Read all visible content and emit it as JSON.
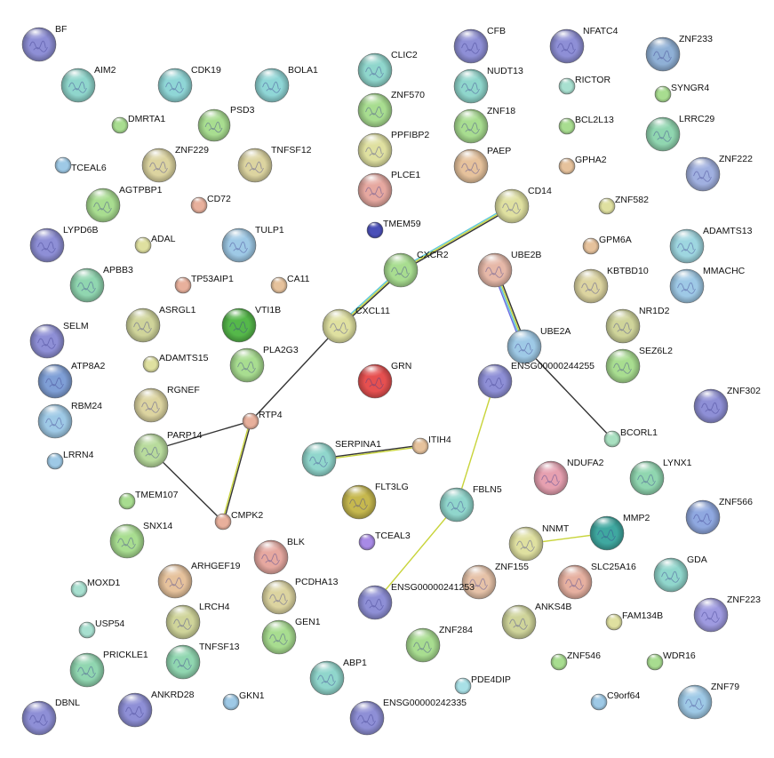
{
  "nodes": [
    {
      "id": "BF",
      "color": "#8e8fd6"
    },
    {
      "id": "AIM2",
      "color": "#8fd6cc"
    },
    {
      "id": "CDK19",
      "color": "#8fd6d6"
    },
    {
      "id": "BOLA1",
      "color": "#8fd6d6"
    },
    {
      "id": "DMRTA1",
      "color": "#a8dd90"
    },
    {
      "id": "PSD3",
      "color": "#a8dd90"
    },
    {
      "id": "ZNF229",
      "color": "#dcd4a0"
    },
    {
      "id": "TNFSF12",
      "color": "#dcd4a0"
    },
    {
      "id": "TCEAL6",
      "color": "#9ec9e6"
    },
    {
      "id": "AGTPBP1",
      "color": "#a8dd90"
    },
    {
      "id": "CD72",
      "color": "#e8b09c"
    },
    {
      "id": "LYPD6B",
      "color": "#8e8fd6"
    },
    {
      "id": "ADAL",
      "color": "#dfe0a0"
    },
    {
      "id": "TULP1",
      "color": "#9ec9e6"
    },
    {
      "id": "APBB3",
      "color": "#90d6b0"
    },
    {
      "id": "TP53AIP1",
      "color": "#e8b09c"
    },
    {
      "id": "CA11",
      "color": "#e6c29c"
    },
    {
      "id": "SELM",
      "color": "#8e8fd6"
    },
    {
      "id": "ASRGL1",
      "color": "#cfd49a"
    },
    {
      "id": "VTI1B",
      "color": "#55b84a"
    },
    {
      "id": "ATP8A2",
      "color": "#7f9fd6"
    },
    {
      "id": "ADAMTS15",
      "color": "#dfe0a0"
    },
    {
      "id": "PLA2G3",
      "color": "#a8dd90"
    },
    {
      "id": "RBM24",
      "color": "#9ec9e6"
    },
    {
      "id": "RGNEF",
      "color": "#dcd4a0"
    },
    {
      "id": "LRRN4",
      "color": "#9ec9e6"
    },
    {
      "id": "PARP14",
      "color": "#b8db9c"
    },
    {
      "id": "RTP4",
      "color": "#e8b09c"
    },
    {
      "id": "TMEM107",
      "color": "#a8dd90"
    },
    {
      "id": "CMPK2",
      "color": "#e8b09c"
    },
    {
      "id": "SNX14",
      "color": "#a8dd90"
    },
    {
      "id": "MOXD1",
      "color": "#a8e0d0"
    },
    {
      "id": "ARHGEF19",
      "color": "#e6c29c"
    },
    {
      "id": "BLK",
      "color": "#e6a8a0"
    },
    {
      "id": "PCDHA13",
      "color": "#dcd4a0"
    },
    {
      "id": "USP54",
      "color": "#a8e0d0"
    },
    {
      "id": "LRCH4",
      "color": "#cfd49a"
    },
    {
      "id": "GEN1",
      "color": "#a8dd90"
    },
    {
      "id": "TNFSF13",
      "color": "#90d6b0"
    },
    {
      "id": "PRICKLE1",
      "color": "#90d6b0"
    },
    {
      "id": "GKN1",
      "color": "#9ec9e6"
    },
    {
      "id": "ANKRD28",
      "color": "#8e8fd6"
    },
    {
      "id": "DBNL",
      "color": "#8e8fd6"
    },
    {
      "id": "CLIC2",
      "color": "#8fd6cc"
    },
    {
      "id": "ZNF570",
      "color": "#a8dd90"
    },
    {
      "id": "PPFIBP2",
      "color": "#dfe0a0"
    },
    {
      "id": "PLCE1",
      "color": "#e6a8a0"
    },
    {
      "id": "TMEM59",
      "color": "#4a4fb8"
    },
    {
      "id": "CFB",
      "color": "#8e8fd6"
    },
    {
      "id": "NUDT13",
      "color": "#8fd6cc"
    },
    {
      "id": "ZNF18",
      "color": "#a8dd90"
    },
    {
      "id": "PAEP",
      "color": "#e6c29c"
    },
    {
      "id": "NFATC4",
      "color": "#8e8fd6"
    },
    {
      "id": "RICTOR",
      "color": "#a8e0d0"
    },
    {
      "id": "BCL2L13",
      "color": "#a8dd90"
    },
    {
      "id": "GPHA2",
      "color": "#e6c29c"
    },
    {
      "id": "ZNF233",
      "color": "#8fb0d6"
    },
    {
      "id": "SYNGR4",
      "color": "#a8dd90"
    },
    {
      "id": "LRRC29",
      "color": "#90d6b0"
    },
    {
      "id": "ZNF222",
      "color": "#a0b0e0"
    },
    {
      "id": "CD14",
      "color": "#dfe0a0"
    },
    {
      "id": "ZNF582",
      "color": "#dfe0a0"
    },
    {
      "id": "GPM6A",
      "color": "#e6c29c"
    },
    {
      "id": "ADAMTS13",
      "color": "#9ed6e0"
    },
    {
      "id": "CXCR2",
      "color": "#a8dd90"
    },
    {
      "id": "UBE2B",
      "color": "#e6b8a8"
    },
    {
      "id": "KBTBD10",
      "color": "#dcd4a0"
    },
    {
      "id": "MMACHC",
      "color": "#9ec9e6"
    },
    {
      "id": "CXCL11",
      "color": "#dfe0a0"
    },
    {
      "id": "NR1D2",
      "color": "#cfd49a"
    },
    {
      "id": "UBE2A",
      "color": "#9ec9e6"
    },
    {
      "id": "SEZ6L2",
      "color": "#a8dd90"
    },
    {
      "id": "GRN",
      "color": "#e65050"
    },
    {
      "id": "ENSG00000244255",
      "color": "#8e8fd6"
    },
    {
      "id": "ZNF302",
      "color": "#8e8fd6"
    },
    {
      "id": "BCORL1",
      "color": "#a8e0c0"
    },
    {
      "id": "ITIH4",
      "color": "#e6c29c"
    },
    {
      "id": "SERPINA1",
      "color": "#90d6cc"
    },
    {
      "id": "NDUFA2",
      "color": "#e6a0b0"
    },
    {
      "id": "LYNX1",
      "color": "#90d6b0"
    },
    {
      "id": "FLT3LG",
      "color": "#c6b84e"
    },
    {
      "id": "FBLN5",
      "color": "#90d6cc"
    },
    {
      "id": "ZNF566",
      "color": "#8fa8e0"
    },
    {
      "id": "TCEAL3",
      "color": "#a88ae6"
    },
    {
      "id": "MMP2",
      "color": "#3fa8a0"
    },
    {
      "id": "NNMT",
      "color": "#dfe0a0"
    },
    {
      "id": "ZNF155",
      "color": "#e6c2a8"
    },
    {
      "id": "SLC25A16",
      "color": "#e6b0a0"
    },
    {
      "id": "GDA",
      "color": "#90d6cc"
    },
    {
      "id": "ENSG00000241253",
      "color": "#8e8fd6"
    },
    {
      "id": "ZNF223",
      "color": "#9e9ae0"
    },
    {
      "id": "ANKS4B",
      "color": "#cfd49a"
    },
    {
      "id": "FAM134B",
      "color": "#dfe0a0"
    },
    {
      "id": "ZNF284",
      "color": "#a8dd90"
    },
    {
      "id": "ZNF546",
      "color": "#a8dd90"
    },
    {
      "id": "WDR16",
      "color": "#a8dd90"
    },
    {
      "id": "PDE4DIP",
      "color": "#a8e0e6"
    },
    {
      "id": "C9orf64",
      "color": "#9ec9e6"
    },
    {
      "id": "ZNF79",
      "color": "#9ec9e6"
    },
    {
      "id": "ABP1",
      "color": "#90d6cc"
    },
    {
      "id": "ENSG00000242335",
      "color": "#8e8fd6"
    }
  ],
  "edges": [
    {
      "from": "CD14",
      "to": "CXCR2",
      "colors": [
        "#333333",
        "#c8d43a",
        "#5fc8d8"
      ]
    },
    {
      "from": "CXCR2",
      "to": "CXCL11",
      "colors": [
        "#333333",
        "#c8d43a",
        "#5fc8d8"
      ]
    },
    {
      "from": "CXCL11",
      "to": "RTP4",
      "colors": [
        "#333333"
      ]
    },
    {
      "from": "UBE2B",
      "to": "UBE2A",
      "colors": [
        "#333333",
        "#c8d43a",
        "#5fc8d8",
        "#6a6ae0"
      ]
    },
    {
      "from": "UBE2A",
      "to": "BCORL1",
      "colors": [
        "#333333"
      ]
    },
    {
      "from": "RTP4",
      "to": "PARP14",
      "colors": [
        "#333333"
      ]
    },
    {
      "from": "RTP4",
      "to": "CMPK2",
      "colors": [
        "#333333",
        "#c8d43a"
      ]
    },
    {
      "from": "PARP14",
      "to": "CMPK2",
      "colors": [
        "#333333"
      ]
    },
    {
      "from": "SERPINA1",
      "to": "ITIH4",
      "colors": [
        "#333333",
        "#c8d43a"
      ]
    },
    {
      "from": "ENSG00000244255",
      "to": "FBLN5",
      "colors": [
        "#c8d43a"
      ]
    },
    {
      "from": "FBLN5",
      "to": "ENSG00000241253",
      "colors": [
        "#c8d43a"
      ]
    },
    {
      "from": "NNMT",
      "to": "MMP2",
      "colors": [
        "#c8d43a"
      ]
    }
  ]
}
